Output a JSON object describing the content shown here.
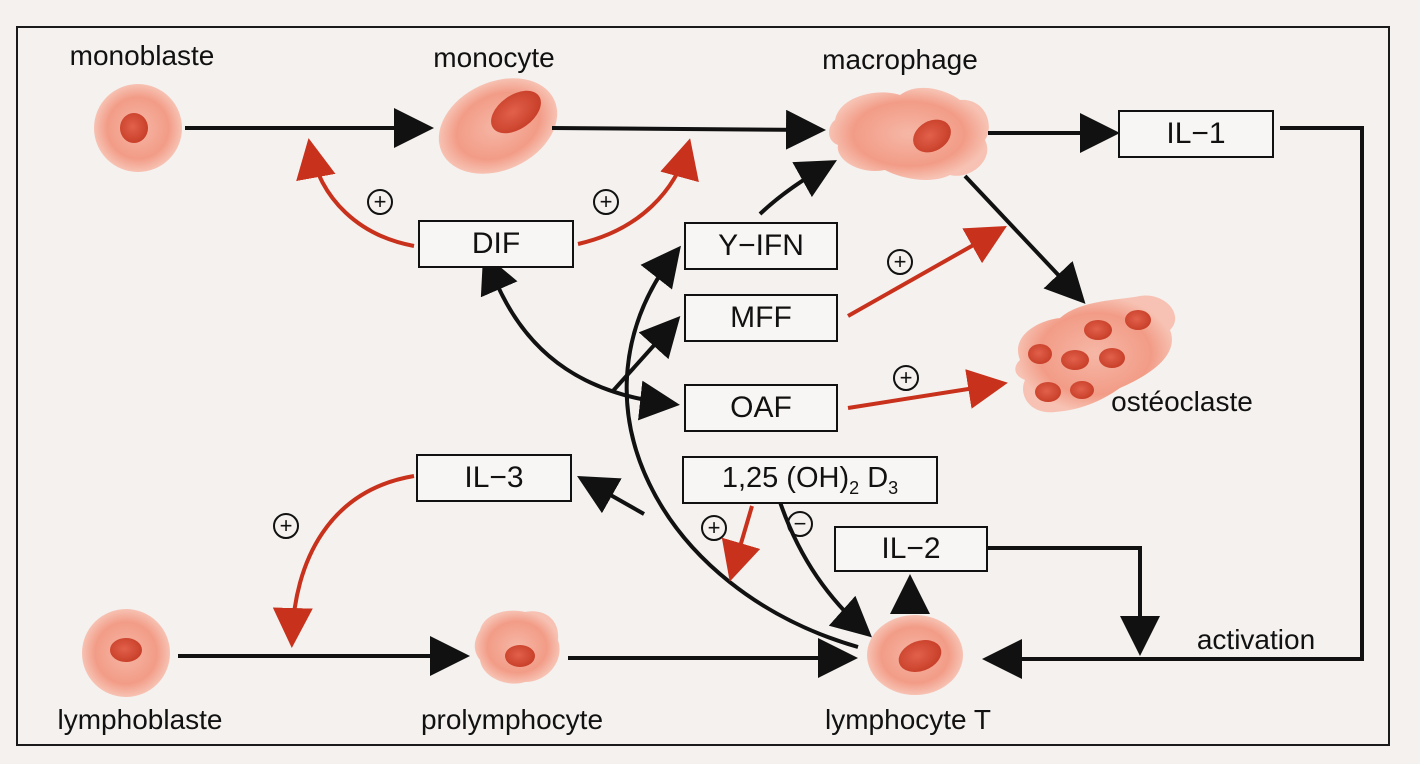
{
  "cells": {
    "monoblaste": "monoblaste",
    "monocyte": "monocyte",
    "macrophage": "macrophage",
    "osteoclaste": "ostéoclaste",
    "lymphoblaste": "lymphoblaste",
    "prolymphocyte": "prolymphocyte",
    "lymphocyte_t": "lymphocyte T"
  },
  "factors": {
    "il1": "IL−1",
    "dif": "DIF",
    "gamma_ifn": "Y−IFN",
    "mff": "MFF",
    "oaf": "OAF",
    "il3": "IL−3",
    "il2": "IL−2",
    "vitd_prefix": "1,25 (OH)",
    "vitd_sub1": "2",
    "vitd_mid": " D",
    "vitd_sub2": "3"
  },
  "labels": {
    "activation": "activation"
  },
  "signs": {
    "plus": "+",
    "minus": "−"
  },
  "colors": {
    "black_arrow": "#111111",
    "red_arrow": "#c8311c",
    "cell_fill": "#f2a08f",
    "nucleus_fill": "#d9523a"
  }
}
